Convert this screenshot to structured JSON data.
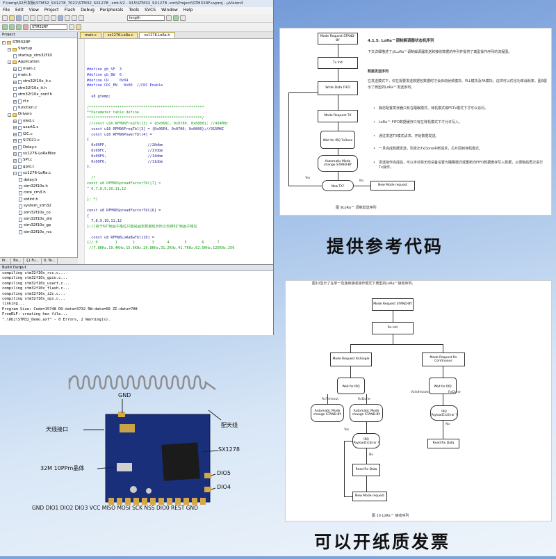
{
  "ide": {
    "title": "F:\\temp\\32开发板\\STM32_SX1278_7021\\STM32_SX1278_-smt-V2 - 915\\STM32_SX1278 -smt\\Project\\STM32RF.uvproj - µVision4",
    "menu": [
      "File",
      "Edit",
      "View",
      "Project",
      "Flash",
      "Debug",
      "Peripherals",
      "Tools",
      "SVCS",
      "Window",
      "Help"
    ],
    "target": "STM32RF",
    "find_value": "length",
    "project_header": "Project",
    "tree": [
      {
        "label": "STM32RF",
        "level": 0,
        "type": "folder",
        "exp": "-"
      },
      {
        "label": "Startup",
        "level": 1,
        "type": "folder",
        "exp": "-"
      },
      {
        "label": "startup_stm32f10",
        "level": 2,
        "type": "file"
      },
      {
        "label": "Application",
        "level": 1,
        "type": "folder",
        "exp": "-"
      },
      {
        "label": "main.c",
        "level": 2,
        "type": "file",
        "exp": "+"
      },
      {
        "label": "main.h",
        "level": 2,
        "type": "file"
      },
      {
        "label": "stm32f10x_it.c",
        "level": 2,
        "type": "file",
        "exp": "+"
      },
      {
        "label": "stm32f10x_it.h",
        "level": 2,
        "type": "file"
      },
      {
        "label": "stm32f10x_conf.h",
        "level": 2,
        "type": "file"
      },
      {
        "label": "rf.c",
        "level": 2,
        "type": "file",
        "exp": "+"
      },
      {
        "label": "function.c",
        "level": 2,
        "type": "file"
      },
      {
        "label": "Drivers",
        "level": 1,
        "type": "folder",
        "exp": "-"
      },
      {
        "label": "oled.c",
        "level": 2,
        "type": "file",
        "exp": "+"
      },
      {
        "label": "usart1.c",
        "level": 2,
        "type": "file",
        "exp": "+"
      },
      {
        "label": "I2C.c",
        "level": 2,
        "type": "file",
        "exp": "+"
      },
      {
        "label": "SI7021.c",
        "level": 2,
        "type": "file",
        "exp": "+"
      },
      {
        "label": "Delay.c",
        "level": 2,
        "type": "file",
        "exp": "+"
      },
      {
        "label": "sx1276-LoRaMisc",
        "level": 2,
        "type": "file",
        "exp": "+"
      },
      {
        "label": "SPI.c",
        "level": 2,
        "type": "file",
        "exp": "+"
      },
      {
        "label": "gpio.c",
        "level": 2,
        "type": "file",
        "exp": "+"
      },
      {
        "label": "sx1276-LoRa.c",
        "level": 2,
        "type": "file",
        "exp": "-"
      },
      {
        "label": "delay.h",
        "level": 3,
        "type": "file"
      },
      {
        "label": "stm32f10x.h",
        "level": 3,
        "type": "file"
      },
      {
        "label": "core_cm3.h",
        "level": 3,
        "type": "file"
      },
      {
        "label": "stdint.h",
        "level": 3,
        "type": "file"
      },
      {
        "label": "system_stm32",
        "level": 3,
        "type": "file"
      },
      {
        "label": "stm32f10x_co",
        "level": 3,
        "type": "file"
      },
      {
        "label": "stm32f10x_dm",
        "level": 3,
        "type": "file"
      },
      {
        "label": "stm32f10x_gp",
        "level": 3,
        "type": "file"
      },
      {
        "label": "stm32f10x_rcc",
        "level": 3,
        "type": "file"
      }
    ],
    "panel_tabs": [
      "Pr...",
      "Bo...",
      "{} Fu...",
      "0, Te..."
    ],
    "editor_tabs": [
      {
        "label": "main.c",
        "active": false
      },
      {
        "label": "sx1276-LoRa.c",
        "active": false
      },
      {
        "label": "sx1276-LoRa.h",
        "active": true
      }
    ],
    "code": [
      {
        "t": "",
        "c": ""
      },
      {
        "t": "",
        "c": ""
      },
      {
        "t": "",
        "c": ""
      },
      {
        "t": "",
        "c": ""
      },
      {
        "t": "",
        "c": ""
      },
      {
        "t": "#define gb_SF  3",
        "c": "kw"
      },
      {
        "t": "#define gb_BW  6",
        "c": "kw"
      },
      {
        "t": "#define CR     0x04",
        "c": "kw"
      },
      {
        "t": "#define CRC_EN   0x00  //CRC Enable",
        "c": "kw"
      },
      {
        "t": "",
        "c": ""
      },
      {
        "t": "  u8 gtemp;",
        "c": "tx"
      },
      {
        "t": "",
        "c": ""
      },
      {
        "t": "/*****************************************************",
        "c": "cm"
      },
      {
        "t": "**Parameter table define",
        "c": "cm"
      },
      {
        "t": "*****************************************************/",
        "c": "cm"
      },
      {
        "t": " //const u16 RFM96FreqTbl[3] = {0x066C, 0x0780, 0x0800}; //434MHz",
        "c": "cm"
      },
      {
        "t": "  const u16 RFM96FreqTbl[3] = {0x06E4, 0x0700, 0x0800};//915MHZ",
        "c": "tx"
      },
      {
        "t": "  const u16 RFM96PowerTbl[4] =",
        "c": "tx"
      },
      {
        "t": "{",
        "c": "tx"
      },
      {
        "t": "  0x09FF,                   //20dbm",
        "c": "tx"
      },
      {
        "t": "  0x09FC,                   //17dbm",
        "c": "tx"
      },
      {
        "t": "  0x09F9,                   //14dbm",
        "c": "tx"
      },
      {
        "t": "  0x09F6,                   //11dbm",
        "c": "tx"
      },
      {
        "t": "};",
        "c": "tx"
      },
      {
        "t": "",
        "c": ""
      },
      {
        "t": "  /*",
        "c": "cm"
      },
      {
        "t": "const u8 RFM96SpreadFactorTbl[7] =",
        "c": "cm"
      },
      {
        "t": "{",
        "c": "hl"
      },
      {
        "t": "  6,7,8,9,10,11,12",
        "c": "cm"
      },
      {
        "t": "",
        "c": ""
      },
      {
        "t": "}; */",
        "c": "cm"
      },
      {
        "t": "",
        "c": ""
      },
      {
        "t": "const u8 RFM96SpreadFactorTbl[6] =",
        "c": "tx"
      },
      {
        "t": "{",
        "c": "tx"
      },
      {
        "t": "  7,8,9,10,11,12",
        "c": "tx"
      },
      {
        "t": "};//由于6扩频因子格位只能是固定数据包长所以去掉6扩频因子格位",
        "c": "cm"
      },
      {
        "t": "",
        "c": ""
      },
      {
        "t": "  const u8 RFM96LoRaBwTbl[10] =",
        "c": "tx"
      },
      {
        "t": "{// 0        1       2        3      4       5       6      7",
        "c": "cm"
      },
      {
        "t": " //7.8KHz,10.4KHz,15.6KHz,20.8KHz,31.2KHz,41.7KHz,62.5KHz,125KHz,250",
        "c": "cm"
      }
    ],
    "output_header": "Build Output",
    "output": [
      "compiling stm32f10x_rcc.c...",
      "compiling stm32f10x_gpio.c...",
      "compiling stm32f10x_usart.c...",
      "compiling stm32f10x_flash.c...",
      "compiling stm32f10x_i2c.c...",
      "compiling stm32f10x_spi.c...",
      "linking...",
      "Program Size: Code=15748 RO-data=3732 RW-data=60 ZI-data=708",
      "FromELF: creating hex file...",
      "\".\\Obj\\STM32_Demo.axf\" - 0 Errors, 2 Warning(s)."
    ]
  },
  "doc1": {
    "section": "4.1.5.   LoRa™调制解调器状态机序列",
    "para1": "下文详细描述了从LoRa™调制解调器发送和接收数据的序列并提供了典型操作序列的流程图。",
    "sub": "数据发送序列",
    "para2": "在发送模式下，仅在需要发送数据包数据时才会启动射频模块、PLL模块及PA模块。这样可以优化功率消耗率。图9展示了典型的LoRa™发送序列。",
    "bullets": [
      "静态配置寄存器只有在睡眠模式、待机模式或FSTx模式下才可以访问。",
      "LoRa™ FIFO数据缓存只有在待机模式下才允许写入。",
      "通过发送TX模式请求，开始数据发送。",
      "一旦完成数据发送，则发出TxDone中断请求，芯片回到待机模式。",
      "发送操作完成后，可以手动将无线设备设置为睡眠模式或重新向FIFO数据缓存写入数据，以便稍后再次进行Tx操作。"
    ],
    "flow": {
      "n1": "Mode Request STAND-BY",
      "n2": "Tx Init",
      "n3": "Write Data FIFO",
      "n4": "Mode Request TX",
      "n5": "Wait for IRQ TxDone",
      "n6": "Automatic Mode change STAND-BY",
      "n7": "New TX?",
      "n8": "New Mode request",
      "yes": "Yes",
      "no": "No"
    },
    "caption": "图 9LoRa™ 调制发送序列"
  },
  "doc2": {
    "intro": "图10显示了在单一及连续接收操作模式下典型的LoRa™接收序列。",
    "flow": {
      "n1": "Mode Request STAND-BY",
      "n2": "Rx Init",
      "n3": "Mode Request RxSingle",
      "n4": "Mode Request Rx Continuous",
      "n5": "Wait for IRQ",
      "n6": "Wait for IRQ",
      "rt": "RxTimeout",
      "rd1": "RxDone",
      "rd2": "RxDone",
      "vh": "ValidHeader",
      "auto1": "Automatic Mode change STAND-BY",
      "auto2": "Automatic Mode change STAND-BY",
      "irq1": "IRQ PayloadCrcError ?",
      "irq2": "IRQ PayloadCrcError ?",
      "read1": "Read Rx Data",
      "read2": "Read Rx Data",
      "newmode": "New Mode request",
      "yes": "Yes",
      "no": "No"
    },
    "caption": "图 10    LoRa™ 接收序列"
  },
  "captions": {
    "ref_code": "提供参考代码",
    "invoice": "可以开纸质发票"
  },
  "module": {
    "labels": {
      "gnd_top": "GND",
      "antenna_port": "天线接口",
      "antenna": "配天线",
      "chip": "SX1278",
      "crystal": "32M 10PPm晶体",
      "dio5": "DIO5",
      "dio4": "DIO4",
      "pins": "GND DIO1 DIO2 DIO3 VCC MISO MOSI SCK NSS DIO0 REST GND"
    }
  }
}
